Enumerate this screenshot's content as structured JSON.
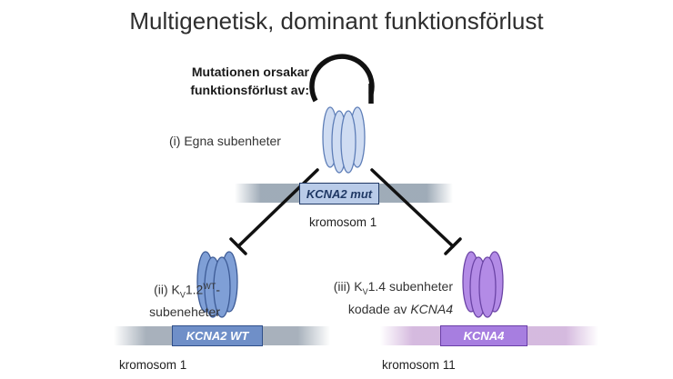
{
  "title": "Multigenetisk, dominant funktionsförlust",
  "mutation_label": {
    "line1": "Mutationen orsakar",
    "line2": "funktionsförlust av:"
  },
  "own_subunits_label": "(i) Egna subenheter",
  "top_gene": {
    "name": "KCNA2 mut",
    "chromosome": "kromosom 1"
  },
  "wt_subunits": {
    "prefix": "(ii) K",
    "sub": "V",
    "main": "1.2",
    "sup": "WT",
    "suffix": "-",
    "line2": "subeneheter"
  },
  "k14_subunits": {
    "prefix": "(iii) K",
    "sub": "V",
    "main": "1.4 subenheter",
    "line2_plain": "kodade av ",
    "line2_italic": "KCNA4"
  },
  "wt_gene": {
    "name": "KCNA2 WT",
    "chromosome": "kromosom 1"
  },
  "k4_gene": {
    "name": "KCNA4",
    "chromosome": "kromosom 11"
  },
  "colors": {
    "mut_channel": "#cfdcf2",
    "wt_channel": "#7f9fd6",
    "k4_channel": "#b38be6",
    "chromosome_blue": "#9aa7b4",
    "chromosome_purple": "#d3b6dd",
    "inhibition_line": "#111111"
  }
}
